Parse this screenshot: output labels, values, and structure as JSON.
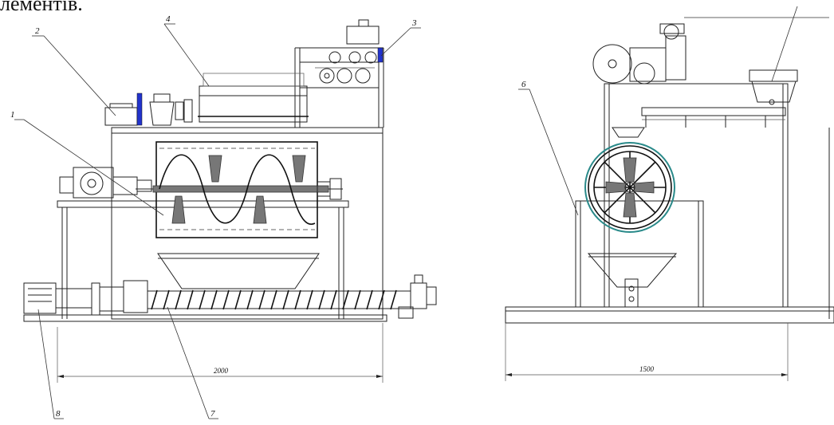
{
  "caption_fragment": "лементів.",
  "front_view": {
    "callouts": [
      "1",
      "2",
      "3",
      "4",
      "7",
      "8"
    ],
    "dimension": "2000"
  },
  "side_view": {
    "callouts": [
      "6"
    ],
    "dimension": "1500"
  },
  "colors": {
    "line": "#222222",
    "motor_brake": "#2233cc",
    "ring_accent": "#2a8a8a"
  }
}
